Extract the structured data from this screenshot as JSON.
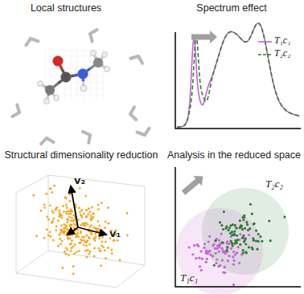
{
  "diagram": {
    "labels": [
      "Local structures",
      "Spectrum effect",
      "Structural dimensionality reduction",
      "Analysis in the reduced space",
      "v₂",
      "v₁",
      "T₂c₂",
      "T₁c₁"
    ],
    "legend": [
      {
        "text": "T₁c₁"
      },
      {
        "text": "T₂c₂"
      }
    ]
  }
}
